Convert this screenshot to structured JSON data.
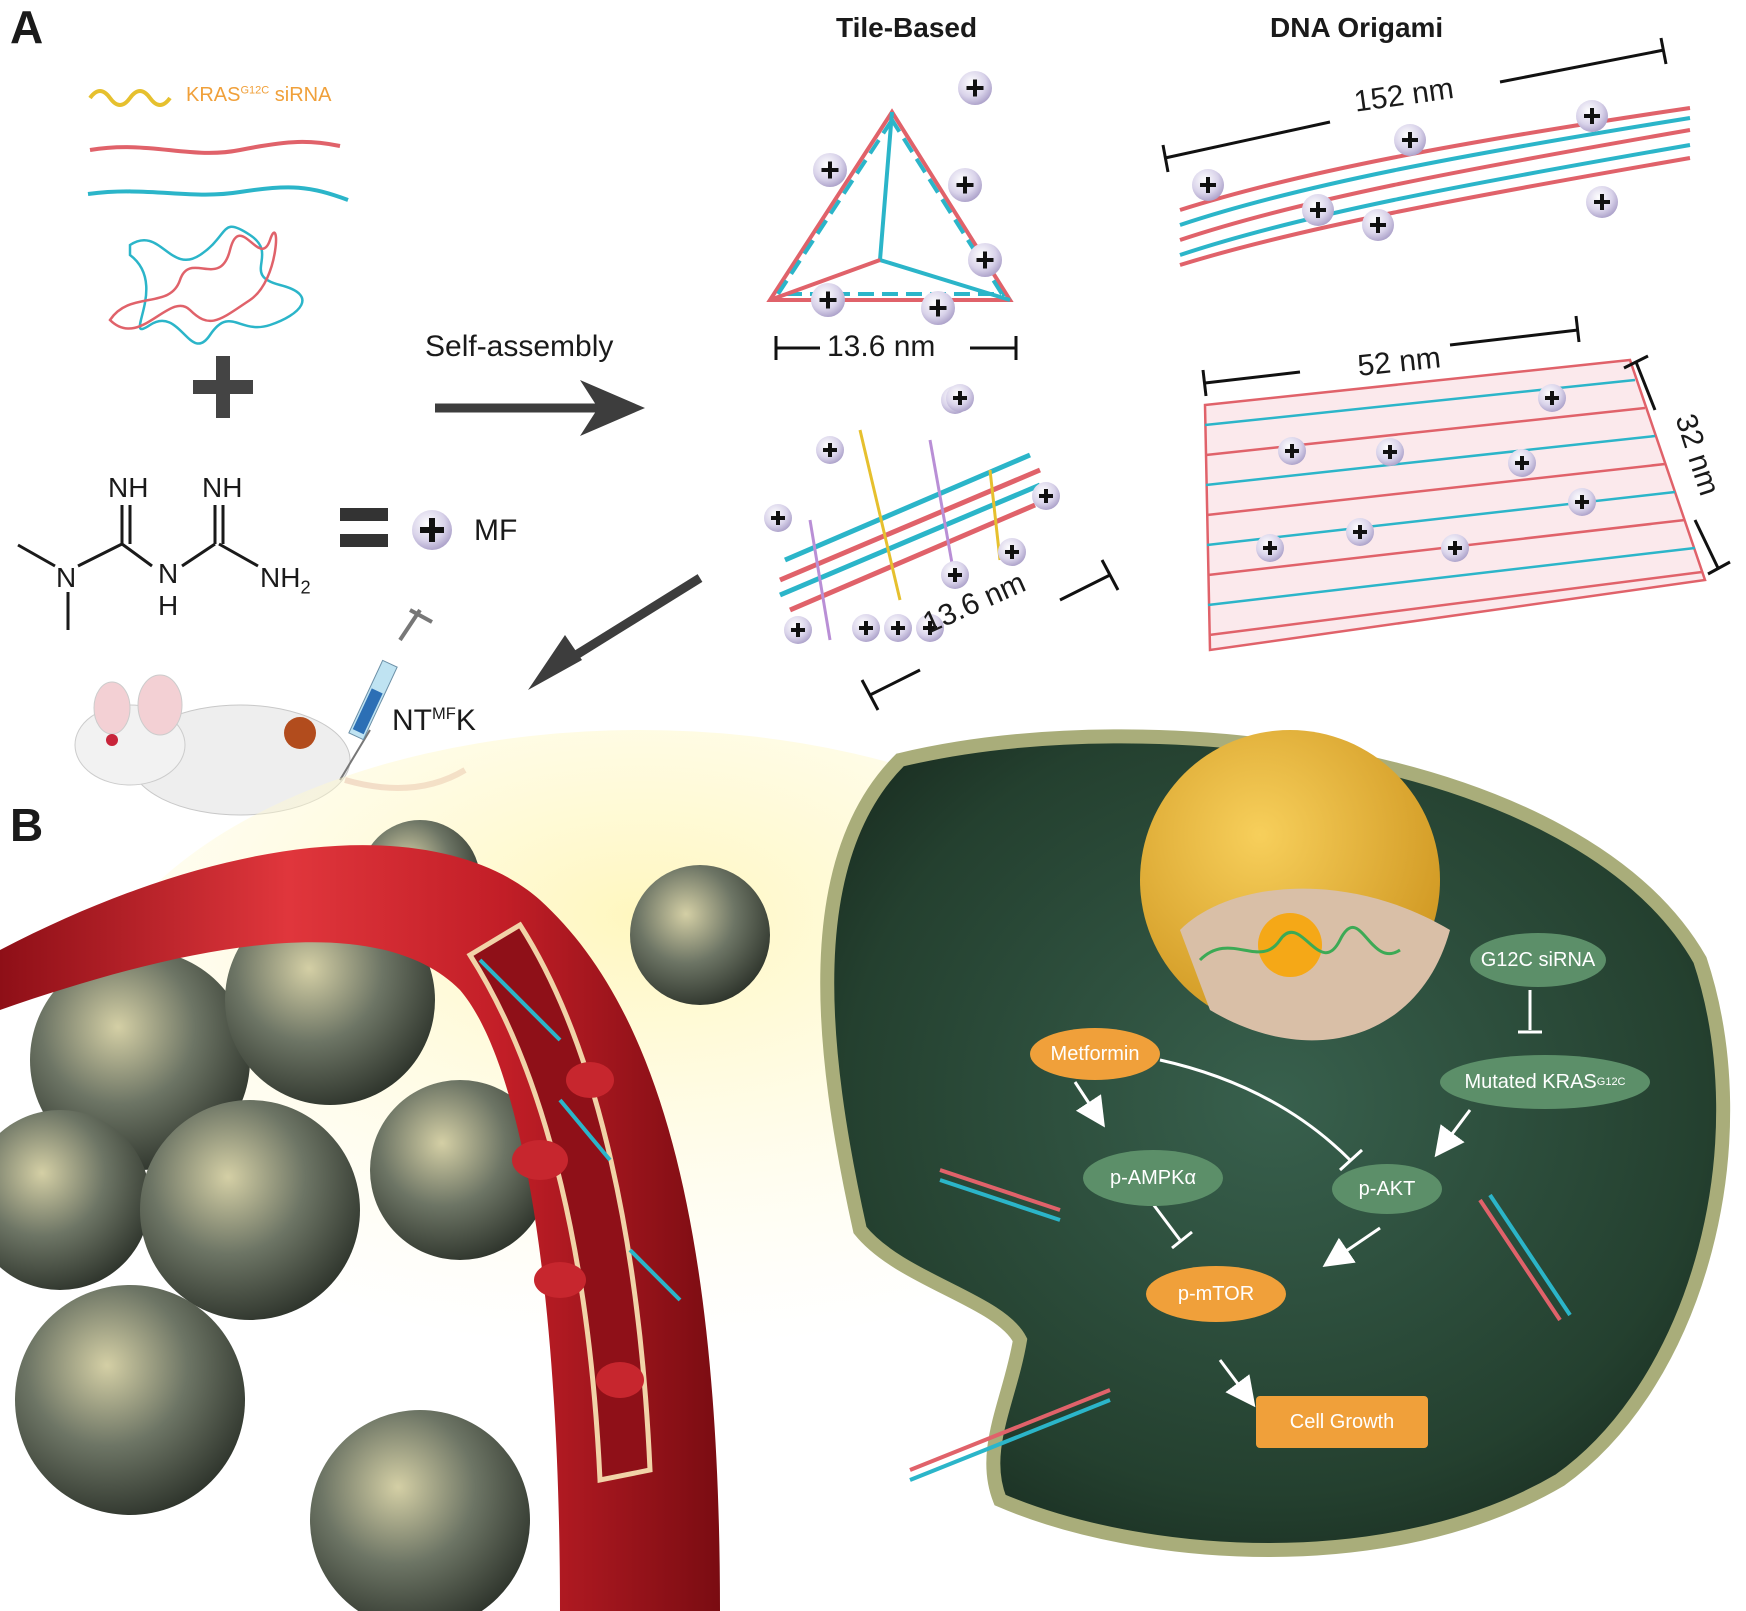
{
  "panel_a": {
    "label": "A",
    "sirna_label": "KRAS",
    "sirna_sup": "G12C",
    "sirna_suffix": " siRNA",
    "arrow_label": "Self-assembly",
    "header_tile": "Tile-Based",
    "header_origami": "DNA Origami",
    "dim_triangle": "13.6 nm",
    "dim_bundle": "13.6 nm",
    "dim_tube": "152 nm",
    "dim_sheet_w": "52 nm",
    "dim_sheet_h": "32 nm",
    "mf_label": "MF",
    "chem_nh_left": "NH",
    "chem_nh_right": "NH",
    "chem_n": "N",
    "chem_nh_bottom": "N",
    "chem_h": "H",
    "chem_nh2": "NH",
    "chem_nh2_sub": "2",
    "injection_main": "NT",
    "injection_sup": "MF",
    "injection_suffix": "K"
  },
  "panel_b": {
    "label": "B",
    "nodes": {
      "metformin": "Metformin",
      "g12c_sirna": "G12C siRNA",
      "mutated_kras": "Mutated KRAS",
      "mutated_kras_sup": "G12C",
      "p_ampk": "p-AMPKα",
      "p_akt": "p-AKT",
      "p_mtor": "p-mTOR",
      "cell_growth": "Cell Growth"
    }
  },
  "colors": {
    "dna_red": "#e0626a",
    "dna_cyan": "#2bb5c9",
    "helper_purple": "#b98fd6",
    "helper_yellow": "#e6c02e",
    "node_orange": "#f0a03a",
    "node_green": "#5c8f69",
    "cell_interior": "#2c4a3c",
    "vessel_red": "#c8242c",
    "arrow_gray": "#3d3d3d"
  }
}
